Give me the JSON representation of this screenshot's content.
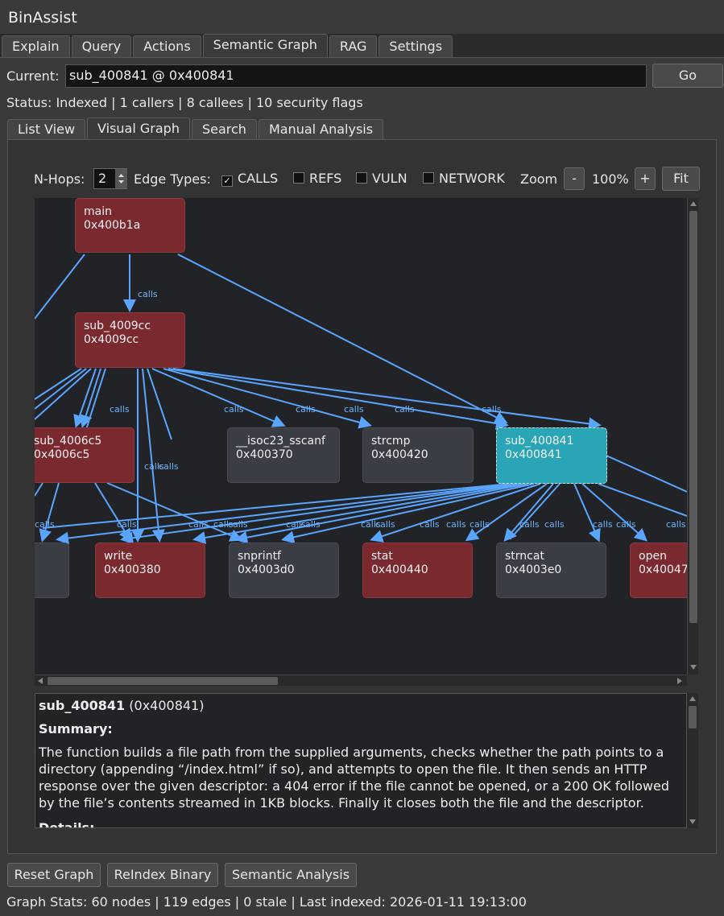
{
  "app": {
    "title": "BinAssist"
  },
  "main_tabs": [
    {
      "label": "Explain",
      "active": false
    },
    {
      "label": "Query",
      "active": false
    },
    {
      "label": "Actions",
      "active": false
    },
    {
      "label": "Semantic Graph",
      "active": true
    },
    {
      "label": "RAG",
      "active": false
    },
    {
      "label": "Settings",
      "active": false
    }
  ],
  "current": {
    "label": "Current:",
    "value": "sub_400841 @ 0x400841",
    "go_label": "Go"
  },
  "status": {
    "text": "Status: Indexed | 1 callers | 8 callees | 10 security flags"
  },
  "view_tabs": [
    {
      "label": "List View",
      "active": false
    },
    {
      "label": "Visual Graph",
      "active": true
    },
    {
      "label": "Search",
      "active": false
    },
    {
      "label": "Manual Analysis",
      "active": false
    }
  ],
  "controls": {
    "nhops_label": "N-Hops:",
    "nhops_value": "2",
    "edge_types_label": "Edge Types:",
    "edge_types": [
      {
        "label": "CALLS",
        "checked": true
      },
      {
        "label": "REFS",
        "checked": false
      },
      {
        "label": "VULN",
        "checked": false
      },
      {
        "label": "NETWORK",
        "checked": false
      }
    ],
    "zoom_label": "Zoom",
    "zoom_minus": "-",
    "zoom_value": "100%",
    "zoom_plus": "+",
    "fit_label": "Fit"
  },
  "graph": {
    "edge_color": "#5aa6ff",
    "edge_label": "calls",
    "nodes": [
      {
        "id": "main",
        "name": "main",
        "addr": "0x400b1a",
        "style": "red"
      },
      {
        "id": "sub_4009cc",
        "name": "sub_4009cc",
        "addr": "0x4009cc",
        "style": "red"
      },
      {
        "id": "sub_4006c5",
        "name": "sub_4006c5",
        "addr": "0x4006c5",
        "style": "red"
      },
      {
        "id": "isoc",
        "name": "__isoc23_sscanf",
        "addr": "0x400370",
        "style": "gray"
      },
      {
        "id": "strcmp",
        "name": "strcmp",
        "addr": "0x400420",
        "style": "gray"
      },
      {
        "id": "sub_400841",
        "name": "sub_400841",
        "addr": "0x400841",
        "style": "selected"
      },
      {
        "id": "left",
        "name": "",
        "addr": "",
        "style": "gray"
      },
      {
        "id": "write",
        "name": "write",
        "addr": "0x400380",
        "style": "red"
      },
      {
        "id": "snprintf",
        "name": "snprintf",
        "addr": "0x4003d0",
        "style": "gray"
      },
      {
        "id": "stat",
        "name": "stat",
        "addr": "0x400440",
        "style": "red"
      },
      {
        "id": "strncat",
        "name": "strncat",
        "addr": "0x4003e0",
        "style": "gray"
      },
      {
        "id": "open",
        "name": "open",
        "addr": "0x40047",
        "style": "red"
      }
    ]
  },
  "details": {
    "name": "sub_400841",
    "addr": "(0x400841)",
    "summary_heading": "Summary:",
    "summary": "The function builds a file path from the supplied arguments, checks whether the path points to a directory (appending “/index.html” if so), and attempts to open the file. It then sends an HTTP response over the given descriptor: a 404 error if the file cannot be opened, or a 200 OK followed by the file’s contents streamed in 1KB blocks. Finally it closes both the file and the descriptor.",
    "details_heading": "Details:"
  },
  "buttons": {
    "reset": "Reset Graph",
    "reindex": "ReIndex Binary",
    "semantic": "Semantic Analysis"
  },
  "stats": {
    "text": "Graph Stats: 60 nodes | 119 edges | 0 stale | Last indexed: 2026-01-11 19:13:00"
  }
}
